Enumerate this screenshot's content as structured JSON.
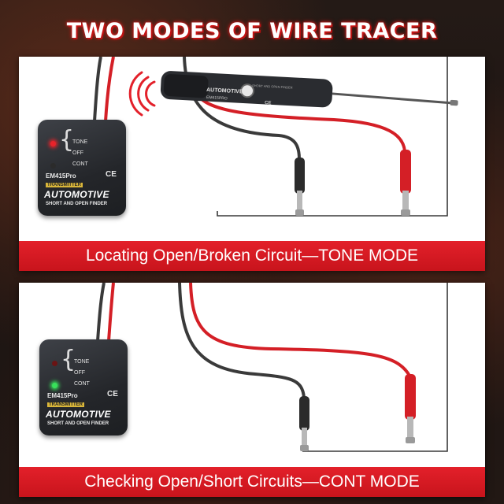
{
  "title": "TWO MODES OF WIRE TRACER",
  "panels": [
    {
      "caption": "Locating  Open/Broken Circuit—TONE MODE",
      "active_led": "tone",
      "led_color_on_tone": "#e8232a",
      "led_color_on_cont": "#2b2b2b",
      "receiver": {
        "brand": "AUTOMOTIVE",
        "model": "EM415PRO",
        "sub": "SHORT AND OPEN FINDER",
        "ce": "CE"
      }
    },
    {
      "caption": "Checking Open/Short Circuits—CONT MODE",
      "active_led": "cont",
      "led_color_on_tone": "#6a1414",
      "led_color_on_cont": "#38e05a"
    }
  ],
  "transmitter": {
    "modes": [
      "TONE",
      "OFF",
      "CONT"
    ],
    "model": "EM415Pro",
    "ce": "CE",
    "tag": "TRANSMITTER",
    "brand": "AUTOMOTIVE",
    "sub": "SHORT AND OPEN FINDER"
  },
  "colors": {
    "wire_red": "#d41f26",
    "wire_black": "#3a3a3a",
    "caption_red": "#d4161e"
  }
}
